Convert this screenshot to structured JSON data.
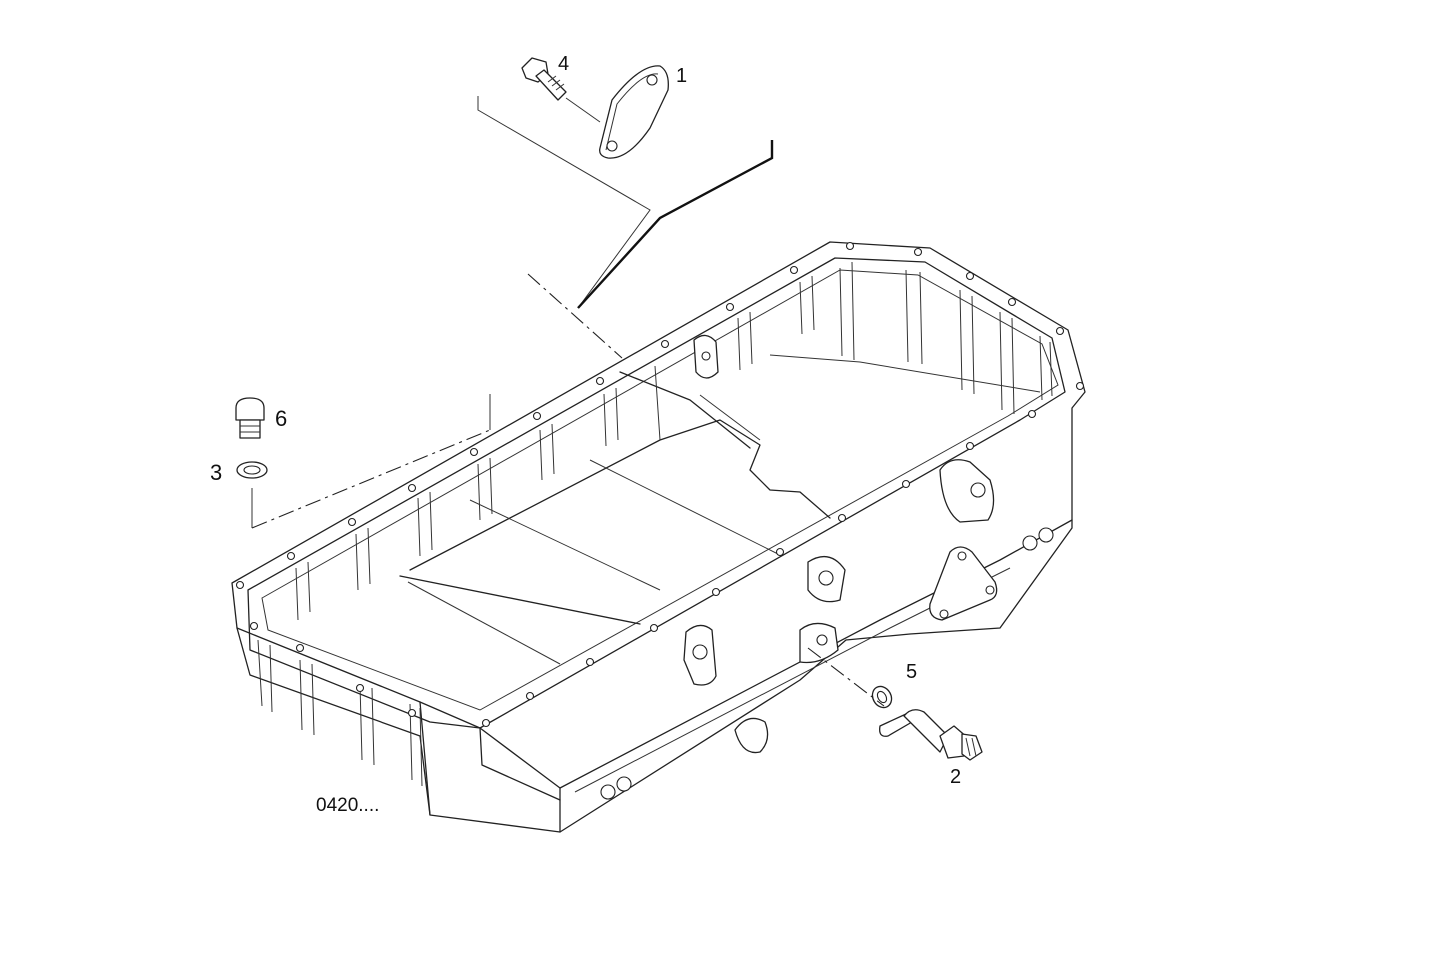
{
  "diagram": {
    "callouts": [
      {
        "id": "1",
        "text": "1"
      },
      {
        "id": "2",
        "text": "2"
      },
      {
        "id": "3",
        "text": "3"
      },
      {
        "id": "4",
        "text": "4"
      },
      {
        "id": "5",
        "text": "5"
      },
      {
        "id": "6",
        "text": "6"
      }
    ],
    "reference_code": "0420...."
  }
}
